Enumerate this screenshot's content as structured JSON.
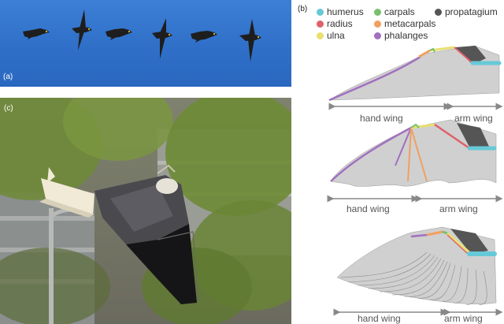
{
  "panels": {
    "a": {
      "label": "(a)"
    },
    "b": {
      "label": "(b)"
    },
    "c": {
      "label": "(c)"
    }
  },
  "legend": [
    {
      "name": "humerus",
      "color": "#66c9d8"
    },
    {
      "name": "carpals",
      "color": "#77c070"
    },
    {
      "name": "propatagium",
      "color": "#555555"
    },
    {
      "name": "radius",
      "color": "#e0606a"
    },
    {
      "name": "metacarpals",
      "color": "#f0a060"
    },
    {
      "name": "ulna",
      "color": "#e8e070"
    },
    {
      "name": "phalanges",
      "color": "#a070c0"
    }
  ],
  "wings": [
    {
      "hand_label": "hand wing",
      "arm_label": "arm wing"
    },
    {
      "hand_label": "hand wing",
      "arm_label": "arm wing"
    },
    {
      "hand_label": "hand wing",
      "arm_label": "arm wing"
    }
  ],
  "colors": {
    "sky": "#3274cc",
    "membrane": "#d0d0d0",
    "bird": "#1e1e1e"
  }
}
